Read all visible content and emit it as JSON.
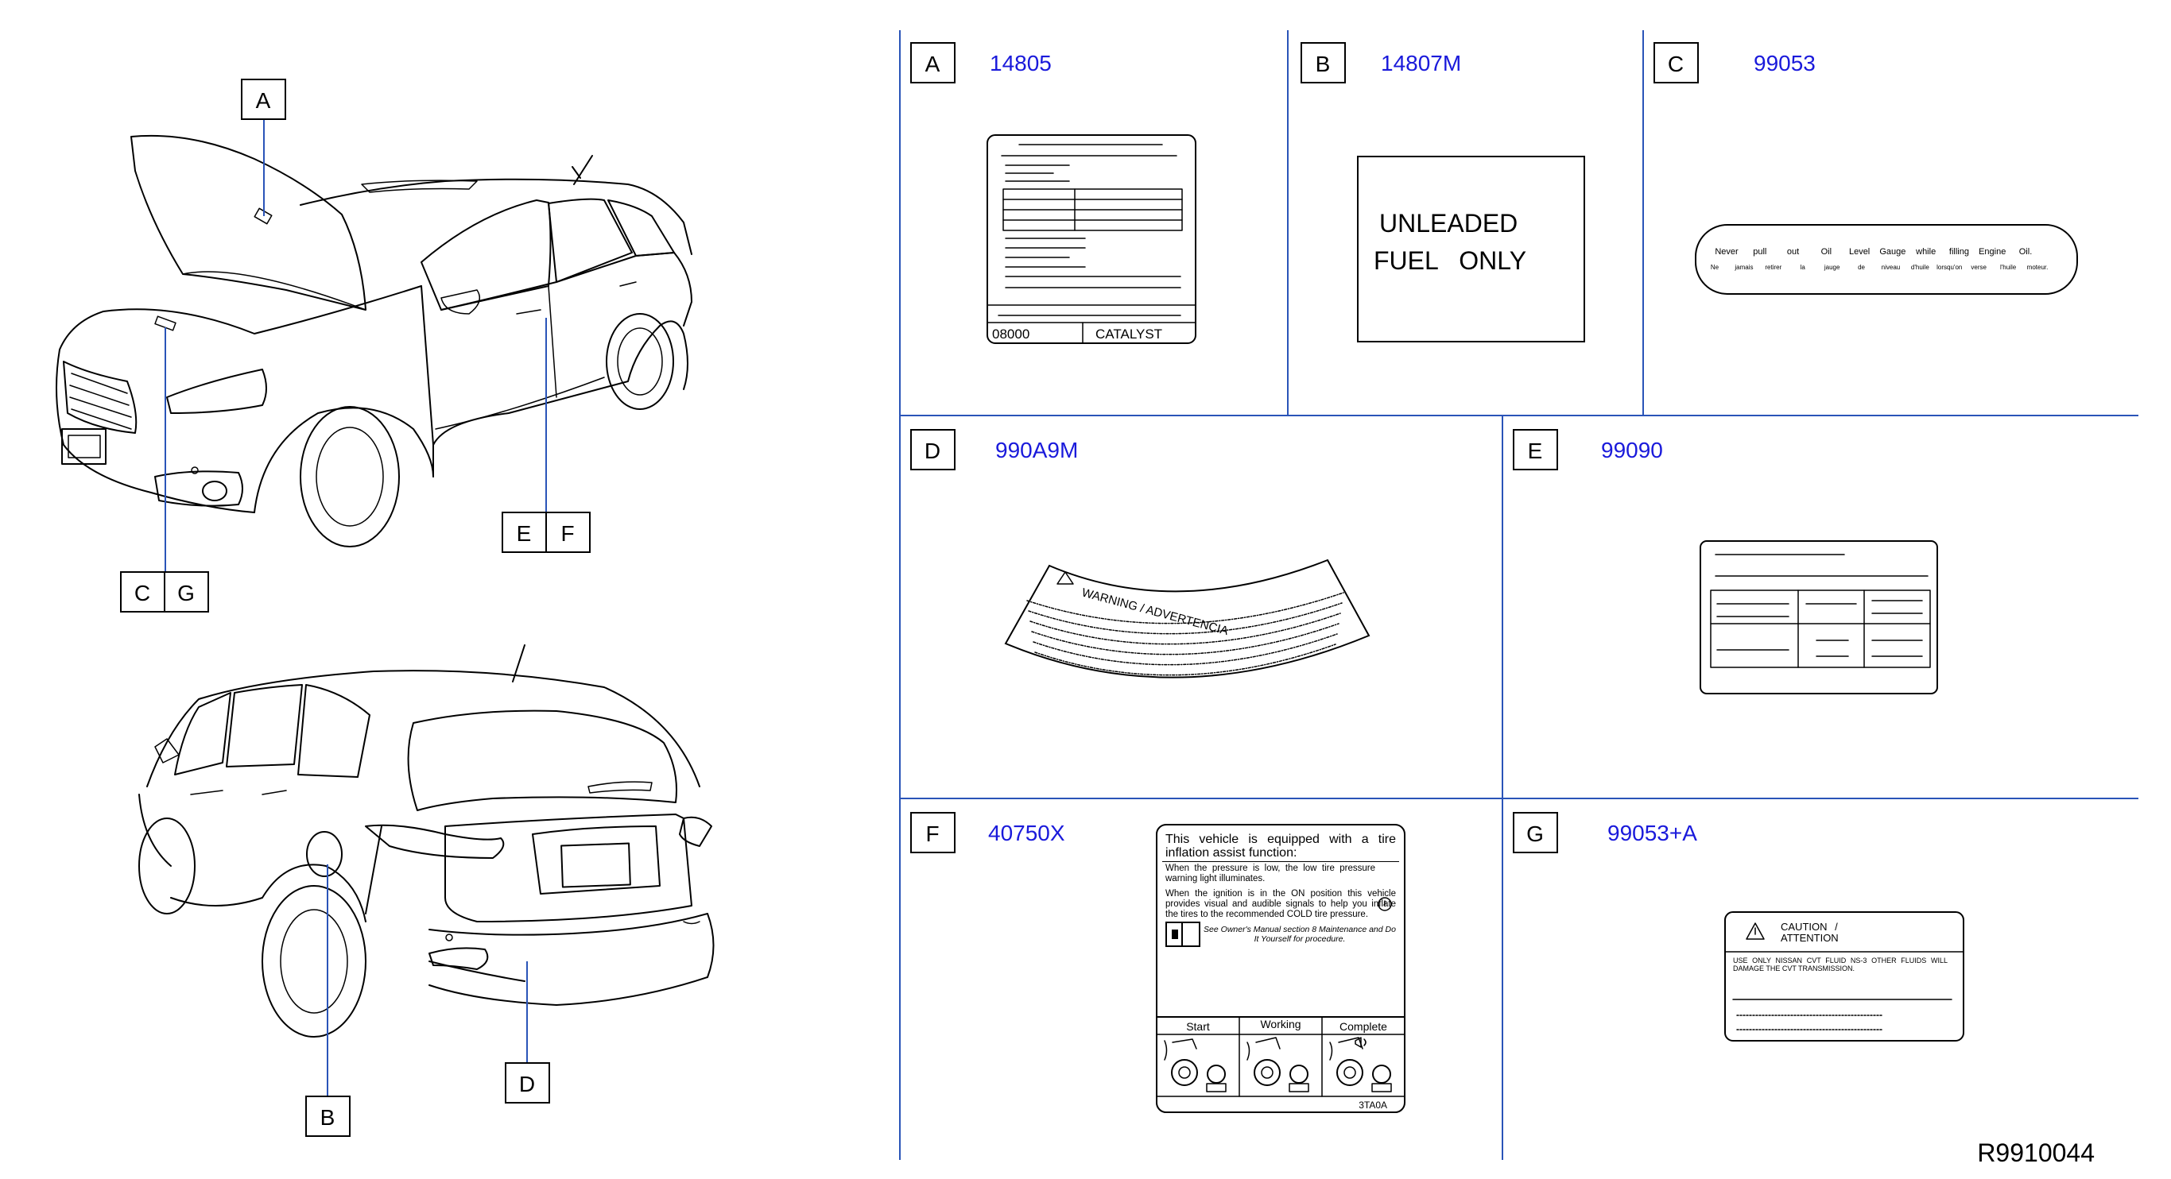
{
  "diagram_id": "R9910044",
  "callouts": {
    "front_A": "A",
    "front_C": "C",
    "front_G": "G",
    "front_E": "E",
    "front_F": "F",
    "rear_B": "B",
    "rear_D": "D"
  },
  "panels": {
    "A": {
      "letter": "A",
      "part_number": "14805"
    },
    "B": {
      "letter": "B",
      "part_number": "14807M"
    },
    "C": {
      "letter": "C",
      "part_number": "99053"
    },
    "D": {
      "letter": "D",
      "part_number": "990A9M"
    },
    "E": {
      "letter": "E",
      "part_number": "99090"
    },
    "F": {
      "letter": "F",
      "part_number": "40750X"
    },
    "G": {
      "letter": "G",
      "part_number": "99053+A"
    }
  },
  "label_A": {
    "code": "08000",
    "catalyst": "CATALYST"
  },
  "label_B": {
    "line1": "UNLEADED",
    "line2": "FUEL   ONLY"
  },
  "label_C": {
    "en": [
      "Never",
      "pull",
      "out",
      "Oil",
      "Level",
      "Gauge",
      "while",
      "filling",
      "Engine",
      "Oil."
    ],
    "fr": [
      "Ne",
      "jamais",
      "retirer",
      "la",
      "jauge",
      "de",
      "niveau",
      "d'huile",
      "lorsqu'on",
      "verse",
      "l'huile",
      "moteur."
    ]
  },
  "label_D": {
    "header": "WARNING / ADVERTENCIA"
  },
  "label_F": {
    "title": "This vehicle is equipped with a tire inflation assist function:",
    "p1": "When the pressure is low, the low tire pressure warning light illuminates.",
    "p2": "When the ignition is in the ON position this vehicle provides visual and audible signals to help you inflate the tires to the recommended COLD tire pressure.",
    "manual": "See Owner's Manual section 8 Maintenance and Do It Yourself for procedure.",
    "steps": [
      "Start",
      "Working",
      "Complete"
    ],
    "code": "3TA0A"
  },
  "label_G": {
    "caution": "CAUTION / ATTENTION",
    "text": "USE ONLY NISSAN CVT FLUID NS-3 OTHER FLUIDS WILL DAMAGE THE CVT TRANSMISSION."
  }
}
